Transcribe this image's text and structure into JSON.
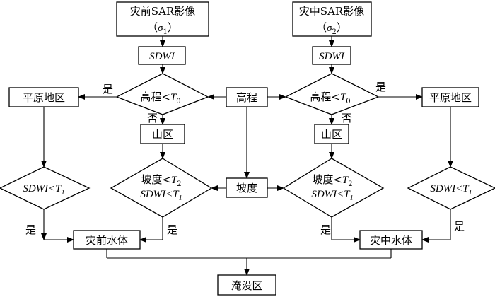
{
  "nodes": {
    "pre_sar": {
      "line1": "灾前SAR影像",
      "line2_open": "（",
      "sigma": "σ",
      "sub": "1",
      "line2_close": "）"
    },
    "mid_sar": {
      "line1": "灾中SAR影像",
      "line2_open": "（",
      "sigma": "σ",
      "sub": "2",
      "line2_close": "）"
    },
    "sdwi_left": "SDWI",
    "sdwi_right": "SDWI",
    "elev_test_left": {
      "text": "高程<",
      "var": "T",
      "sub": "0"
    },
    "elev_test_right": {
      "text": "高程<",
      "var": "T",
      "sub": "0"
    },
    "elevation": "高程",
    "plain_left": "平原地区",
    "plain_right": "平原地区",
    "mountain_left": "山区",
    "mountain_right": "山区",
    "slope_test_left": {
      "line1": "坡度<",
      "var1": "T",
      "sub1": "2",
      "line2": "SDWI<",
      "var2": "T",
      "sub2": "1"
    },
    "slope_test_right": {
      "line1": "坡度<",
      "var1": "T",
      "sub1": "2",
      "line2": "SDWI<",
      "var2": "T",
      "sub2": "1"
    },
    "slope": "坡度",
    "sdwi_test_left": {
      "text": "SDWI<",
      "var": "T",
      "sub": "1"
    },
    "sdwi_test_right": {
      "text": "SDWI<",
      "var": "T",
      "sub": "1"
    },
    "pre_water": "灾前水体",
    "mid_water": "灾中水体",
    "flood": "淹没区"
  },
  "edge_labels": {
    "yes_left": "是",
    "no_left": "否",
    "yes_right": "是",
    "no_right": "否",
    "yes_left_bottom1": "是",
    "yes_left_bottom2": "是",
    "yes_right_bottom1": "是",
    "yes_right_bottom2": "是"
  }
}
